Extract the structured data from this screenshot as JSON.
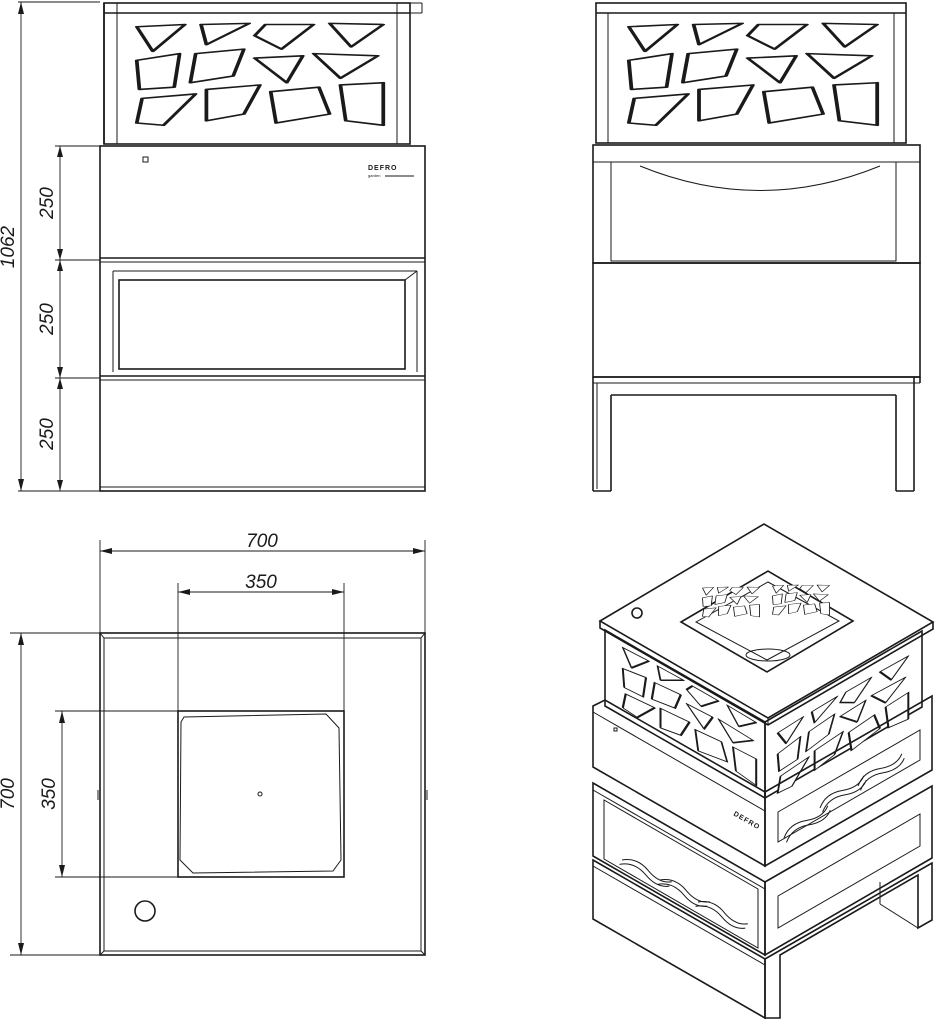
{
  "dimensions": {
    "height_total": "1062",
    "drawer_top": "250",
    "drawer_middle": "250",
    "drawer_bottom": "250",
    "width_total": "700",
    "width_inner": "350",
    "depth_total": "700",
    "depth_inner": "350"
  },
  "brand": {
    "front_logo": "DEFRO",
    "front_logo_sub": "garden",
    "iso_logo": "DEFRO"
  },
  "colors": {
    "line": "#1a1a1a",
    "background": "#ffffff"
  }
}
